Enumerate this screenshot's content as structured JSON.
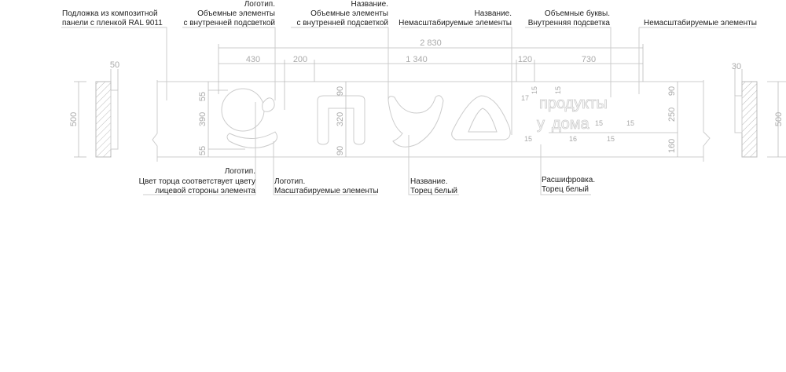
{
  "labels": {
    "substrate": [
      "Подложка из композитной",
      "панели с пленкой RAL 9011"
    ],
    "logo_volume": [
      "Логотип.",
      "Объемные элементы",
      "с внутренней подсветкой"
    ],
    "name_volume": [
      "Название.",
      "Объемные элементы",
      "с внутренней подсветкой"
    ],
    "name_nonscalable": [
      "Название.",
      "Немасштабируемые элементы"
    ],
    "letters": [
      "Объемные буквы.",
      "Внутренняя подсветка"
    ],
    "nonscalable": [
      "Немасштабируемые элементы"
    ],
    "logo_edge": [
      "Логотип.",
      "Цвет торца соответствует цвету",
      "лицевой стороны элемента"
    ],
    "logo_scalable": [
      "Логотип.",
      "Масштабируемые элементы"
    ],
    "name_edge": [
      "Название.",
      "Торец белый"
    ],
    "decoding_edge": [
      "Расшифровка.",
      "Торец белый"
    ]
  },
  "dimensions": {
    "total_width": "2 830",
    "widths": [
      "430",
      "200",
      "1 340",
      "120",
      "730"
    ],
    "left_depth": "50",
    "right_depth": "30",
    "left_height": "500",
    "right_height": "500",
    "logo_heights": [
      "55",
      "390",
      "55"
    ],
    "name_heights": [
      "90",
      "320",
      "90"
    ],
    "text_heights": [
      "90",
      "250",
      "160"
    ],
    "text_spacing": [
      "17",
      "15",
      "15",
      "15",
      "15",
      "16",
      "15",
      "15"
    ]
  },
  "sign_text": [
    "продукты",
    "дома",
    "у"
  ]
}
